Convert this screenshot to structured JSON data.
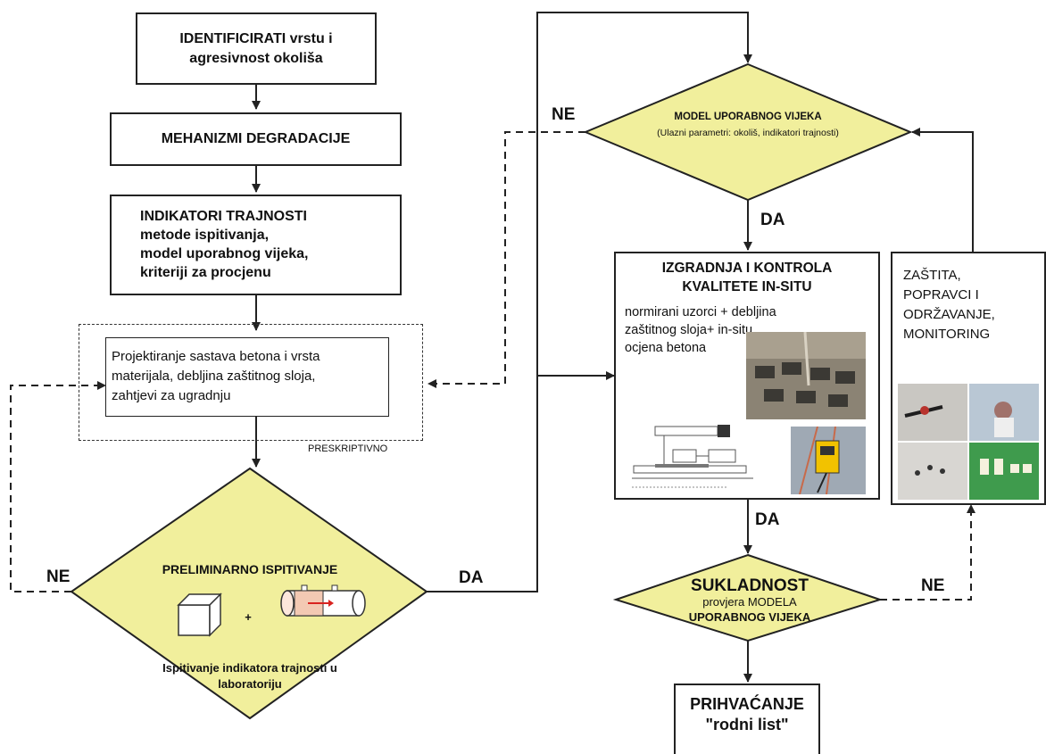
{
  "boxes": {
    "identify": {
      "line1": "IDENTIFICIRATI vrstu i",
      "line2": "agresivnost okoliša"
    },
    "mechanisms": {
      "text": "MEHANIZMI DEGRADACIJE"
    },
    "indicators": {
      "title": "INDIKATORI TRAJNOSTI",
      "line1": "metode ispitivanja,",
      "line2": "model uporabnog vijeka,",
      "line3": "kriteriji za procjenu"
    },
    "design": {
      "line1": "Projektiranje sastava betona i vrsta",
      "line2": "materijala, debljina zaštitnog sloja,",
      "line3": "zahtjevi za ugradnju",
      "tag": "PRESKRIPTIVNO"
    },
    "construction": {
      "title1": "IZGRADNJA I KONTROLA",
      "title2": "KVALITETE IN-SITU",
      "line1": "normirani uzorci + debljina",
      "line2": "zaštitnog sloja+ in-situ",
      "line3": "ocjena betona"
    },
    "protection": {
      "line1": "ZAŠTITA,",
      "line2": "POPRAVCI I",
      "line3": "ODRŽAVANJE,",
      "line4": "MONITORING"
    },
    "acceptance": {
      "line1": "PRIHVAĆANJE",
      "line2": "\"rodni list\""
    }
  },
  "decisions": {
    "preliminary": {
      "title": "PRELIMINARNO ISPITIVANJE",
      "plus": "+",
      "line1": "Ispitivanje indikatora trajnosti u",
      "line2": "laboratoriju"
    },
    "model": {
      "title": "MODEL UPORABNOG VIJEKA",
      "subtitle": "(Ulazni parametri: okoliš, indikatori trajnosti)"
    },
    "compliance": {
      "title": "SUKLADNOST",
      "line1": "provjera MODELA",
      "line2": "UPORABNOG VIJEKA"
    }
  },
  "labels": {
    "ne": "NE",
    "da": "DA"
  },
  "colors": {
    "diamond_fill": "#f1ef9c",
    "stroke": "#222222"
  }
}
